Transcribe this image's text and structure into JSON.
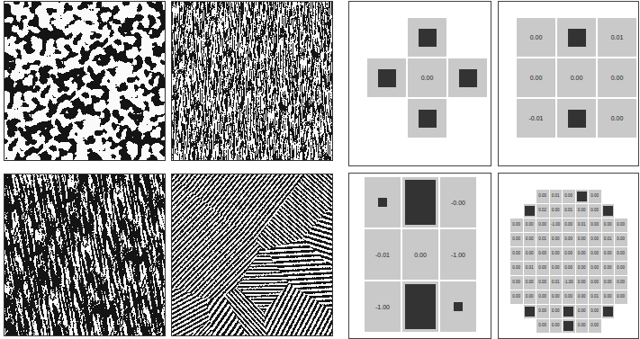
{
  "diagram": {
    "labels": [
      "0.00",
      "0.00",
      "0.01",
      "0.00",
      "0.00",
      "0.00",
      "-0.01",
      "0.00",
      "-0.00",
      "-0.01",
      "0.00",
      "-1.00",
      "-1.00",
      "0.00",
      "0.01",
      "0.00",
      "0.00",
      "0.02",
      "0.00",
      "0.01",
      "0.00",
      "0.00",
      "0.00",
      "0.00",
      "0.00",
      "-1.00",
      "0.00",
      "0.01",
      "0.00",
      "0.00",
      "0.00",
      "0.00",
      "0.00",
      "0.01",
      "0.00",
      "0.00",
      "0.00",
      "0.00",
      "0.01",
      "0.00",
      "0.00",
      "0.00",
      "0.00",
      "0.00",
      "0.00",
      "0.00",
      "0.00",
      "0.00",
      "0.00",
      "0.00",
      "0.01",
      "0.00",
      "0.00",
      "0.00",
      "0.00",
      "0.00",
      "0.00",
      "0.00",
      "0.00",
      "0.00",
      "0.00",
      "0.01",
      "-1.00",
      "0.00",
      "0.00",
      "0.00",
      "0.00",
      "0.00",
      "0.00",
      "0.00",
      "0.00",
      "0.00",
      "0.00",
      "0.01",
      "0.00",
      "0.00",
      "0.00",
      "0.00",
      "0.00",
      "0.00",
      "0.00",
      "0.00",
      "0.00",
      "0.00"
    ]
  }
}
